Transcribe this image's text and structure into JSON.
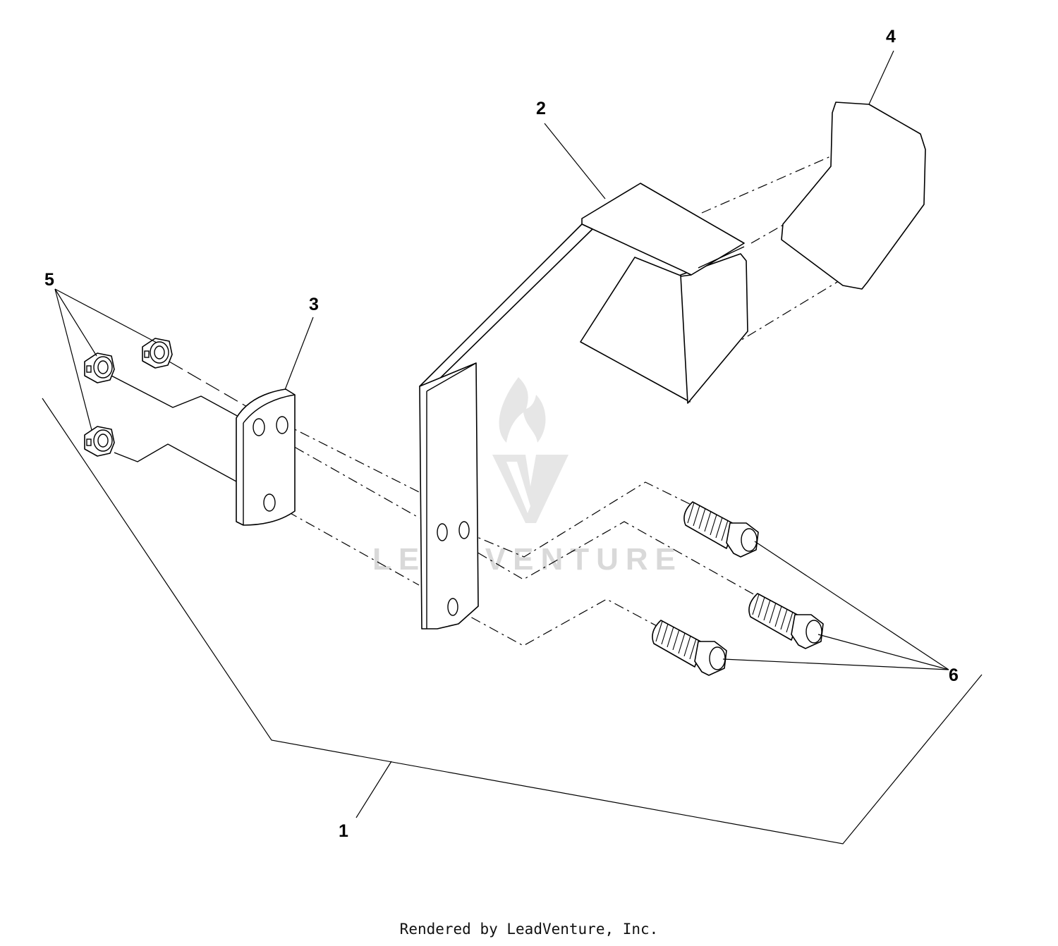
{
  "callouts": {
    "c1": "1",
    "c2": "2",
    "c3": "3",
    "c4": "4",
    "c5": "5",
    "c6": "6"
  },
  "watermark": {
    "text": "LEADVENTURE"
  },
  "footer": {
    "text": "Rendered by LeadVenture, Inc."
  }
}
